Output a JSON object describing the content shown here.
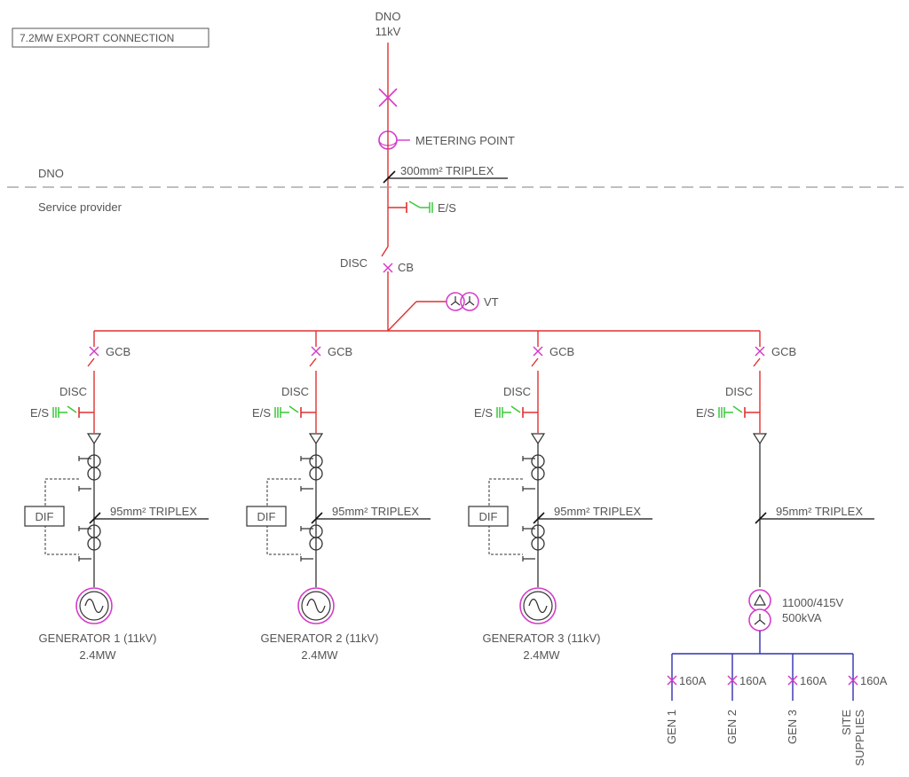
{
  "title_box": "7.2MW EXPORT CONNECTION",
  "source": {
    "line1": "DNO",
    "line2": "11kV"
  },
  "metering_label": "METERING POINT",
  "main_cable": "300mm² TRIPLEX",
  "zones": {
    "upper": "DNO",
    "lower": "Service provider"
  },
  "earth_switch": "E/S",
  "main_disc": "DISC",
  "main_cb": "CB",
  "vt_label": "VT",
  "feeders": [
    {
      "gcb": "GCB",
      "disc": "DISC",
      "es": "E/S",
      "dif": "DIF",
      "cable": "95mm² TRIPLEX",
      "gen_name": "GENERATOR 1 (11kV)",
      "gen_rating": "2.4MW"
    },
    {
      "gcb": "GCB",
      "disc": "DISC",
      "es": "E/S",
      "dif": "DIF",
      "cable": "95mm² TRIPLEX",
      "gen_name": "GENERATOR 2 (11kV)",
      "gen_rating": "2.4MW"
    },
    {
      "gcb": "GCB",
      "disc": "DISC",
      "es": "E/S",
      "dif": "DIF",
      "cable": "95mm² TRIPLEX",
      "gen_name": "GENERATOR 3 (11kV)",
      "gen_rating": "2.4MW"
    },
    {
      "gcb": "GCB",
      "disc": "DISC",
      "es": "E/S",
      "cable": "95mm² TRIPLEX"
    }
  ],
  "transformer": {
    "ratio": "11000/415V",
    "rating": "500kVA"
  },
  "lv_circuits": [
    {
      "rating": "160A",
      "name1": "GEN 1",
      "name2": ""
    },
    {
      "rating": "160A",
      "name1": "GEN 2",
      "name2": ""
    },
    {
      "rating": "160A",
      "name1": "GEN 3",
      "name2": ""
    },
    {
      "rating": "160A",
      "name1": "SITE",
      "name2": "SUPPLIES"
    }
  ],
  "colors": {
    "hv_line": "#e03030",
    "switchgear": "#d33cc8",
    "earth_switch": "#3ac83a",
    "lv_bus": "#3030b0",
    "cable_text": "#555555"
  }
}
